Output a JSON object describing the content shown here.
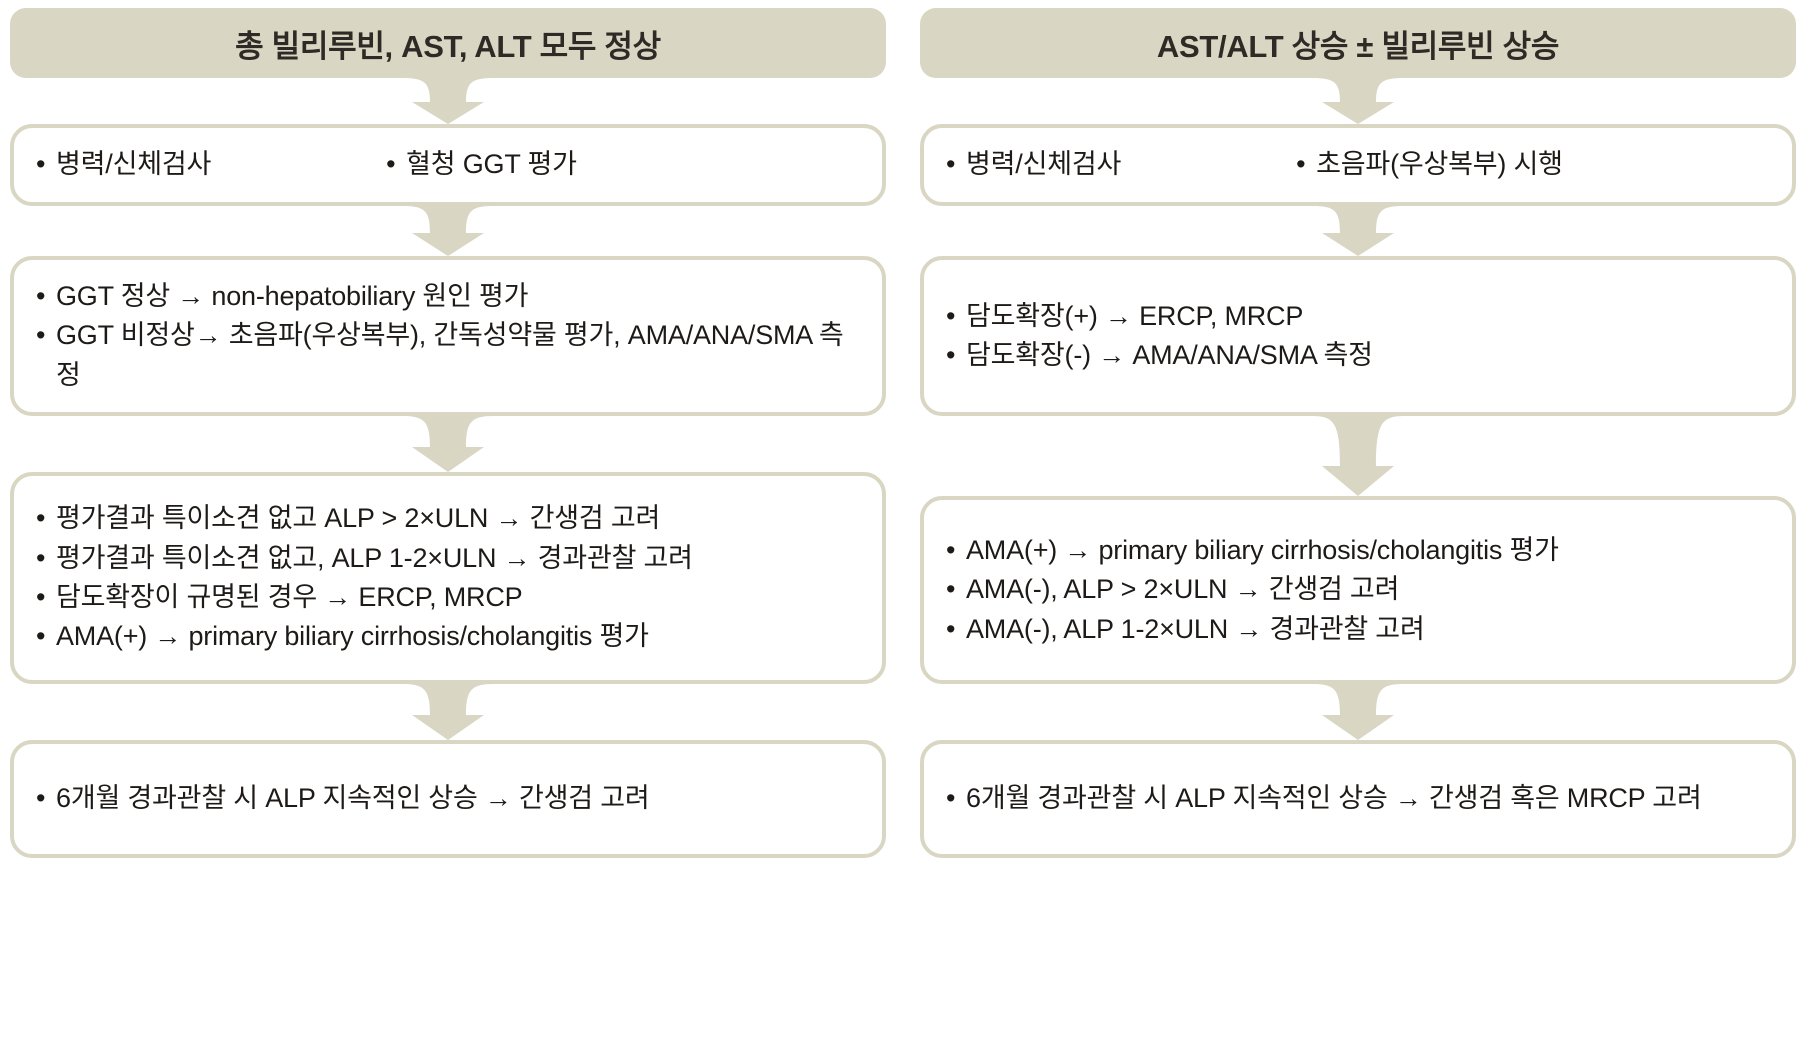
{
  "colors": {
    "accent_fill": "#d9d6c4",
    "border": "#d9d6c4",
    "header_text": "#2f2a25",
    "body_text": "#1d1a17",
    "background": "#ffffff"
  },
  "columns": [
    {
      "id": "left",
      "header": "총 빌리루빈, AST, ALT 모두 정상",
      "steps": [
        {
          "id": "left-step-1",
          "layout": "inline",
          "bullets": [
            "병력/신체검사",
            "혈청 GGT 평가"
          ]
        },
        {
          "id": "left-step-2",
          "layout": "stacked",
          "bullets": [
            "GGT 정상 → non-hepatobiliary 원인 평가",
            "GGT 비정상→ 초음파(우상복부), 간독성약물 평가, AMA/ANA/SMA 측정"
          ]
        },
        {
          "id": "left-step-3",
          "layout": "stacked",
          "bullets": [
            "평가결과 특이소견 없고 ALP  >  2×ULN → 간생검 고려",
            "평가결과 특이소견 없고, ALP 1-2×ULN → 경과관찰 고려",
            "담도확장이 규명된 경우 → ERCP, MRCP",
            "AMA(+) → primary biliary cirrhosis/cholangitis 평가"
          ]
        },
        {
          "id": "left-step-4",
          "layout": "stacked",
          "bullets": [
            "6개월 경과관찰 시 ALP 지속적인 상승 → 간생검 고려"
          ]
        }
      ]
    },
    {
      "id": "right",
      "header": "AST/ALT 상승 ± 빌리루빈 상승",
      "steps": [
        {
          "id": "right-step-1",
          "layout": "inline",
          "bullets": [
            "병력/신체검사",
            "초음파(우상복부) 시행"
          ]
        },
        {
          "id": "right-step-2",
          "layout": "stacked",
          "bullets": [
            "담도확장(+) → ERCP, MRCP",
            "담도확장(-) → AMA/ANA/SMA 측정"
          ]
        },
        {
          "id": "right-step-3",
          "layout": "stacked",
          "bullets": [
            "AMA(+) → primary biliary cirrhosis/cholangitis 평가",
            "AMA(-), ALP > 2×ULN → 간생검 고려",
            "AMA(-), ALP 1-2×ULN → 경과관찰 고려"
          ]
        },
        {
          "id": "right-step-4",
          "layout": "stacked",
          "bullets": [
            "6개월 경과관찰 시 ALP 지속적인 상승 → 간생검 혹은 MRCP 고려"
          ]
        }
      ]
    }
  ],
  "icons": {
    "connector": "down-arrow-icon",
    "bullet": "bullet-dot-icon"
  },
  "bullet_glyph": "•"
}
